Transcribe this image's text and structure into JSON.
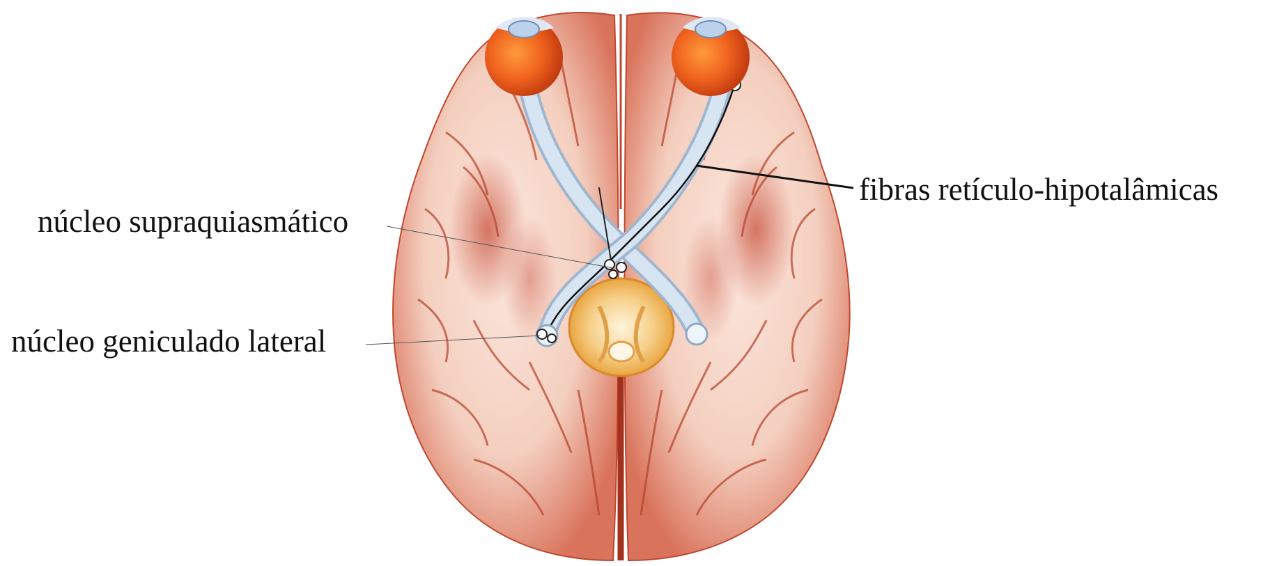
{
  "labels": {
    "suprachiasmatic": "núcleo supraquiasmático",
    "lateral_geniculate": "núcleo geniculado lateral",
    "fibers": "fibras retículo-hipotalâmicas"
  },
  "colors": {
    "brain_fill": "#f6d8cc",
    "brain_shade": "#c8503a",
    "gyri_line": "#b5412a",
    "eye_iris": "#f0641e",
    "optic_nerve": "#c8d9ea",
    "brainstem": "#f3b95a",
    "label_text": "#111111",
    "leader_line": "#111111"
  },
  "icons": {
    "eye": "eyeball",
    "nucleus": "neuron-star"
  }
}
